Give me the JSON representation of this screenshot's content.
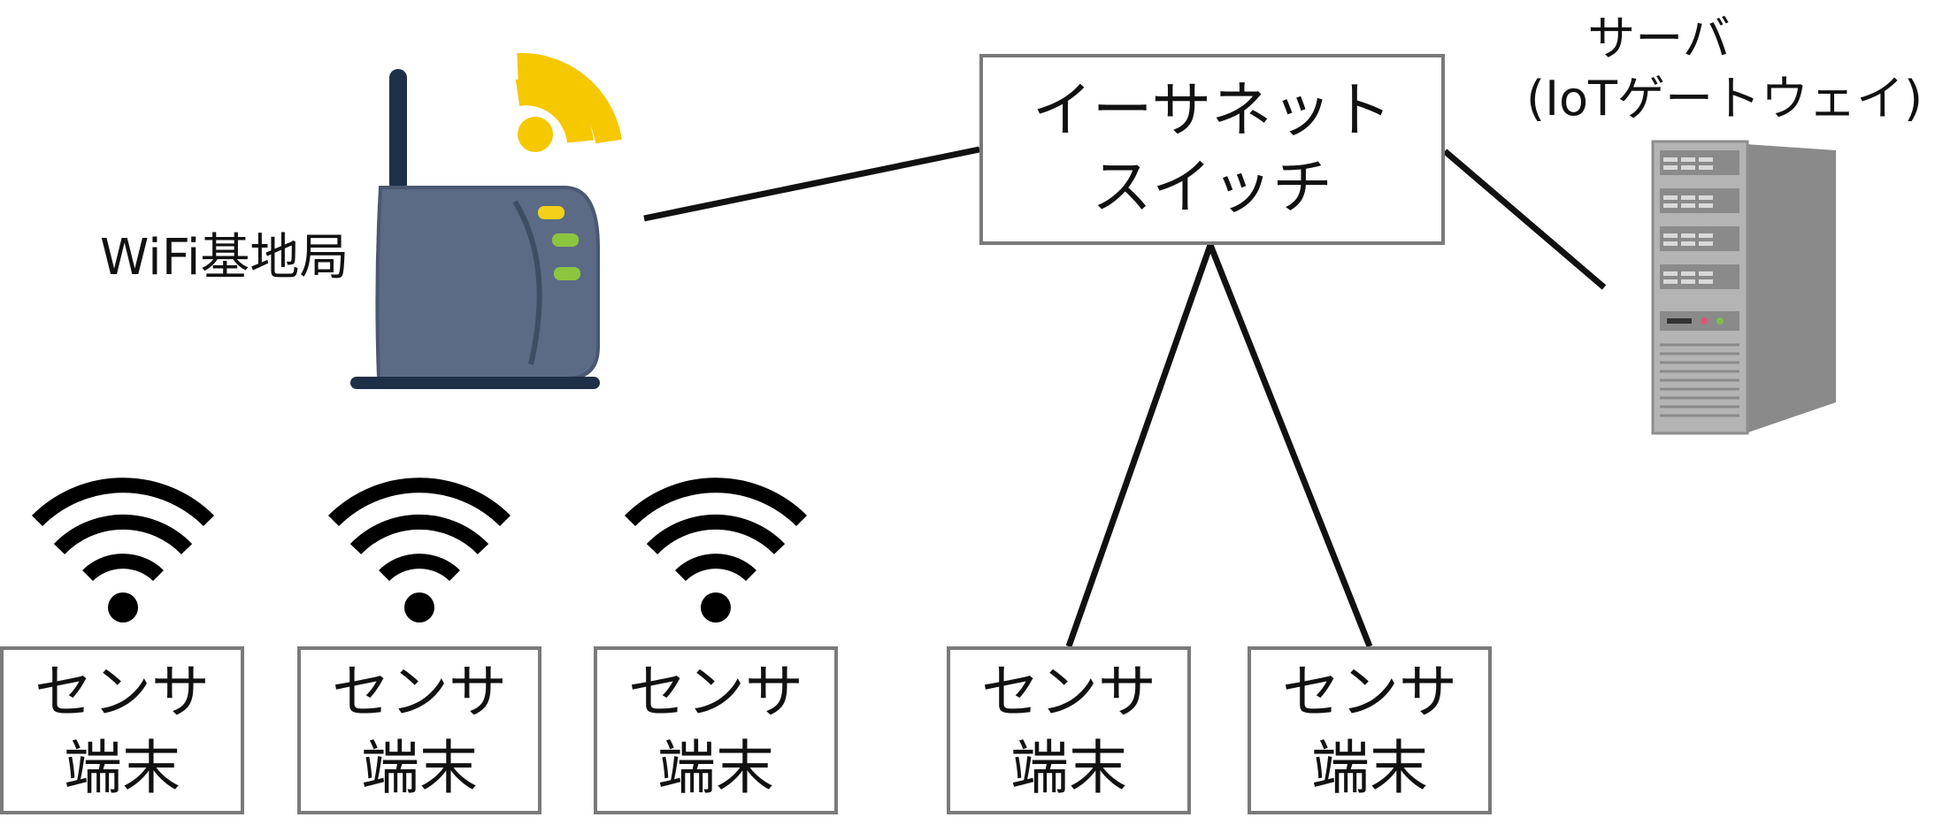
{
  "nodes": {
    "wifi_base_station": {
      "label": "WiFi基地局",
      "icon": "wifi-router-icon"
    },
    "ethernet_switch": {
      "line1": "イーサネット",
      "line2": "スイッチ"
    },
    "server": {
      "line1": "サーバ",
      "line2": "(IoTゲートウェイ)",
      "icon": "server-tower-icon"
    },
    "sensors": [
      {
        "line1": "センサ",
        "line2": "端末",
        "connection": "wireless"
      },
      {
        "line1": "センサ",
        "line2": "端末",
        "connection": "wireless"
      },
      {
        "line1": "センサ",
        "line2": "端末",
        "connection": "wireless"
      },
      {
        "line1": "センサ",
        "line2": "端末",
        "connection": "wired"
      },
      {
        "line1": "センサ",
        "line2": "端末",
        "connection": "wired"
      }
    ]
  },
  "edges": [
    {
      "from": "wifi_base_station",
      "to": "ethernet_switch"
    },
    {
      "from": "ethernet_switch",
      "to": "server"
    },
    {
      "from": "ethernet_switch",
      "to": "sensors.3"
    },
    {
      "from": "ethernet_switch",
      "to": "sensors.4"
    }
  ],
  "colors": {
    "box_border": "#7a7a7a",
    "line": "#111111",
    "router_body": "#5b6b85",
    "router_antenna": "#1e2f48",
    "signal_yellow": "#f5c800",
    "led_yellow": "#f2d11a",
    "led_green": "#8cc63f",
    "server_body": "#9a9a9a",
    "wifi_symbol": "#000000"
  }
}
